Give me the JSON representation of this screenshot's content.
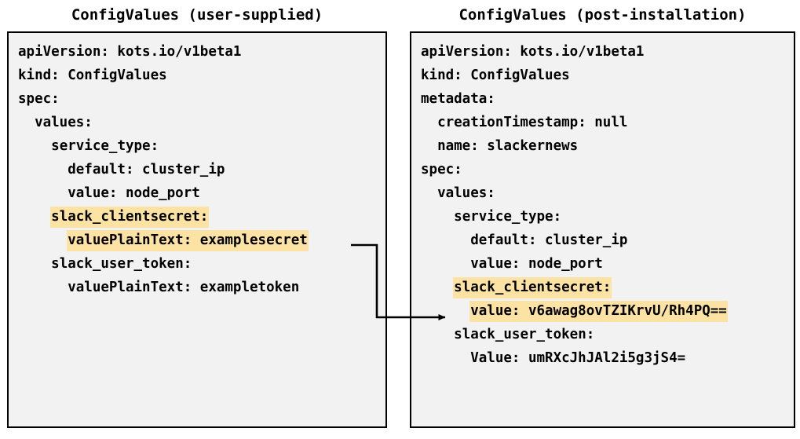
{
  "diagram": {
    "title_left": "ConfigValues (user-supplied)",
    "title_right": "ConfigValues (post-installation)",
    "highlight_color": "#fce3a3",
    "panel_background": "#f2f2f2",
    "panel_border_color": "#000000",
    "connector_color": "#000000"
  },
  "left_panel": {
    "lines": [
      {
        "text": "apiVersion: kots.io/v1beta1",
        "highlight": false
      },
      {
        "text": "kind: ConfigValues",
        "highlight": false
      },
      {
        "text": "spec:",
        "highlight": false
      },
      {
        "text": "  values:",
        "highlight": false
      },
      {
        "text": "    service_type:",
        "highlight": false
      },
      {
        "text": "      default: cluster_ip",
        "highlight": false
      },
      {
        "text": "      value: node_port",
        "highlight": false
      },
      {
        "text": "    slack_clientsecret:",
        "highlight": true
      },
      {
        "text": "      valuePlainText: examplesecret",
        "highlight": true
      },
      {
        "text": "    slack_user_token:",
        "highlight": false
      },
      {
        "text": "      valuePlainText: exampletoken",
        "highlight": false
      }
    ]
  },
  "right_panel": {
    "lines": [
      {
        "text": "apiVersion: kots.io/v1beta1",
        "highlight": false
      },
      {
        "text": "kind: ConfigValues",
        "highlight": false
      },
      {
        "text": "metadata:",
        "highlight": false
      },
      {
        "text": "  creationTimestamp: null",
        "highlight": false
      },
      {
        "text": "  name: slackernews",
        "highlight": false
      },
      {
        "text": "spec:",
        "highlight": false
      },
      {
        "text": "  values:",
        "highlight": false
      },
      {
        "text": "    service_type:",
        "highlight": false
      },
      {
        "text": "      default: cluster_ip",
        "highlight": false
      },
      {
        "text": "      value: node_port",
        "highlight": false
      },
      {
        "text": "    slack_clientsecret:",
        "highlight": true
      },
      {
        "text": "      value: v6awag8ovTZIKrvU/Rh4PQ==",
        "highlight": true
      },
      {
        "text": "    slack_user_token:",
        "highlight": false
      },
      {
        "text": "      Value: umRXcJhJAl2i5g3jS4=",
        "highlight": false
      }
    ]
  },
  "connector": {
    "from_label": "examplesecret",
    "to_label": "value: v6awag8ovTZIKrvU/Rh4PQ=="
  }
}
